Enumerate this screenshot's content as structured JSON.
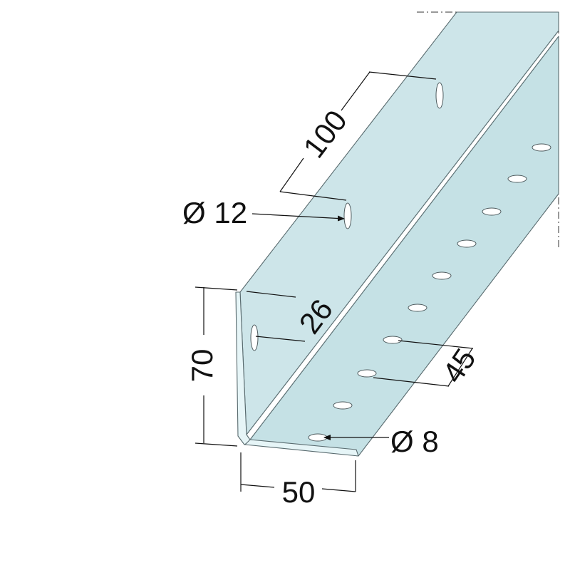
{
  "drawing": {
    "labels": {
      "length": "100",
      "large_hole_diameter": "Ø 12",
      "edge_distance": "26",
      "height": "70",
      "small_hole_spacing": "45",
      "small_hole_diameter": "Ø 8",
      "width": "50"
    },
    "colors": {
      "vertical_flange": "#cde5e9",
      "horizontal_flange": "#c5e1e5",
      "flange_edge": "#e6f5f7",
      "hole": "#ffffff"
    }
  }
}
